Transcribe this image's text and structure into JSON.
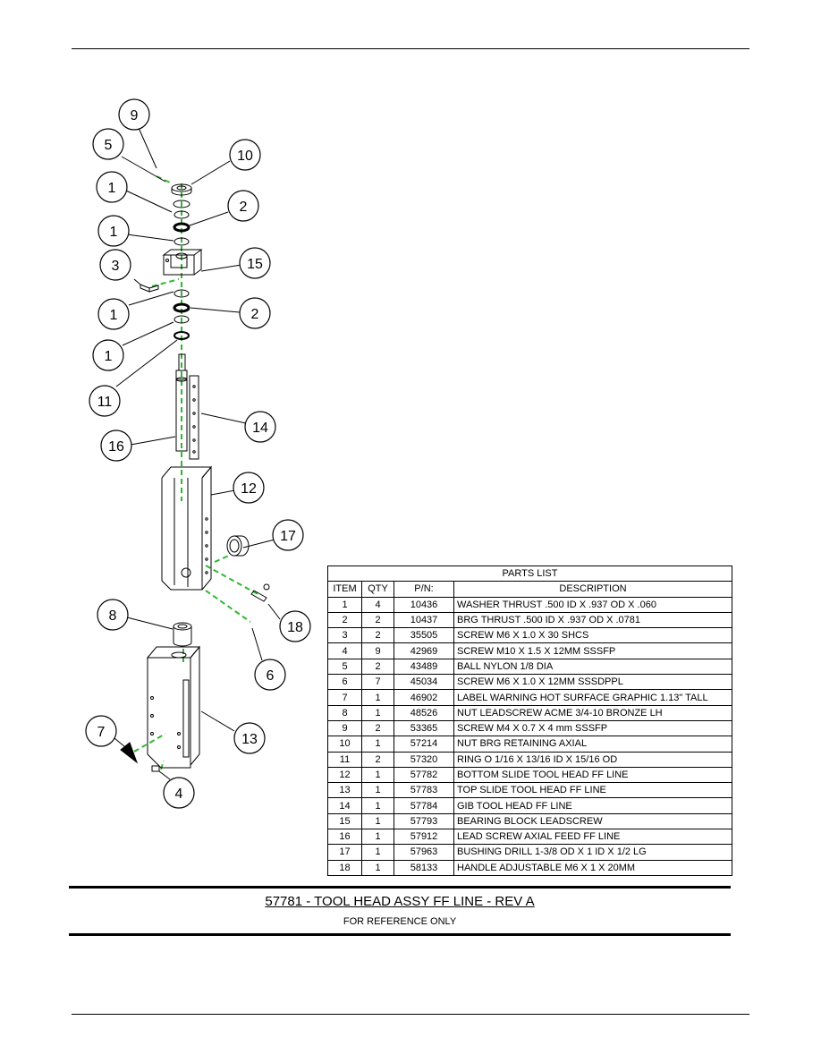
{
  "drawing": {
    "balloons": [
      "9",
      "5",
      "10",
      "1",
      "2",
      "1",
      "3",
      "15",
      "1",
      "2",
      "1",
      "11",
      "14",
      "16",
      "12",
      "17",
      "8",
      "18",
      "6",
      "7",
      "13",
      "4"
    ]
  },
  "parts_list": {
    "title": "PARTS LIST",
    "headers": [
      "ITEM",
      "QTY",
      "P/N:",
      "DESCRIPTION"
    ],
    "rows": [
      [
        "1",
        "4",
        "10436",
        "WASHER THRUST .500 ID X .937 OD X .060"
      ],
      [
        "2",
        "2",
        "10437",
        "BRG THRUST .500 ID X .937 OD X .0781"
      ],
      [
        "3",
        "2",
        "35505",
        "SCREW M6 X 1.0 X 30 SHCS"
      ],
      [
        "4",
        "9",
        "42969",
        "SCREW M10 X 1.5 X 12MM SSSFP"
      ],
      [
        "5",
        "2",
        "43489",
        "BALL NYLON 1/8 DIA"
      ],
      [
        "6",
        "7",
        "45034",
        "SCREW M6 X 1.0 X 12MM SSSDPPL"
      ],
      [
        "7",
        "1",
        "46902",
        "LABEL WARNING HOT SURFACE GRAPHIC 1.13\" TALL"
      ],
      [
        "8",
        "1",
        "48526",
        "NUT LEADSCREW ACME 3/4-10 BRONZE LH"
      ],
      [
        "9",
        "2",
        "53365",
        "SCREW M4 X 0.7 X 4 mm SSSFP"
      ],
      [
        "10",
        "1",
        "57214",
        "NUT BRG RETAINING AXIAL"
      ],
      [
        "11",
        "2",
        "57320",
        "RING O 1/16 X 13/16 ID X 15/16 OD"
      ],
      [
        "12",
        "1",
        "57782",
        "BOTTOM SLIDE TOOL HEAD FF LINE"
      ],
      [
        "13",
        "1",
        "57783",
        "TOP SLIDE TOOL HEAD FF LINE"
      ],
      [
        "14",
        "1",
        "57784",
        "GIB TOOL HEAD FF LINE"
      ],
      [
        "15",
        "1",
        "57793",
        "BEARING BLOCK LEADSCREW"
      ],
      [
        "16",
        "1",
        "57912",
        "LEAD SCREW AXIAL FEED FF LINE"
      ],
      [
        "17",
        "1",
        "57963",
        "BUSHING DRILL 1-3/8 OD X 1 ID X 1/2 LG"
      ],
      [
        "18",
        "1",
        "58133",
        "HANDLE ADJUSTABLE M6 X 1 X 20MM"
      ]
    ]
  },
  "title_block": {
    "title": "57781 - TOOL HEAD ASSY FF LINE - REV A",
    "subtitle": "FOR REFERENCE ONLY"
  },
  "colors": {
    "centerline": "#2eb82e",
    "ink": "#000000"
  }
}
